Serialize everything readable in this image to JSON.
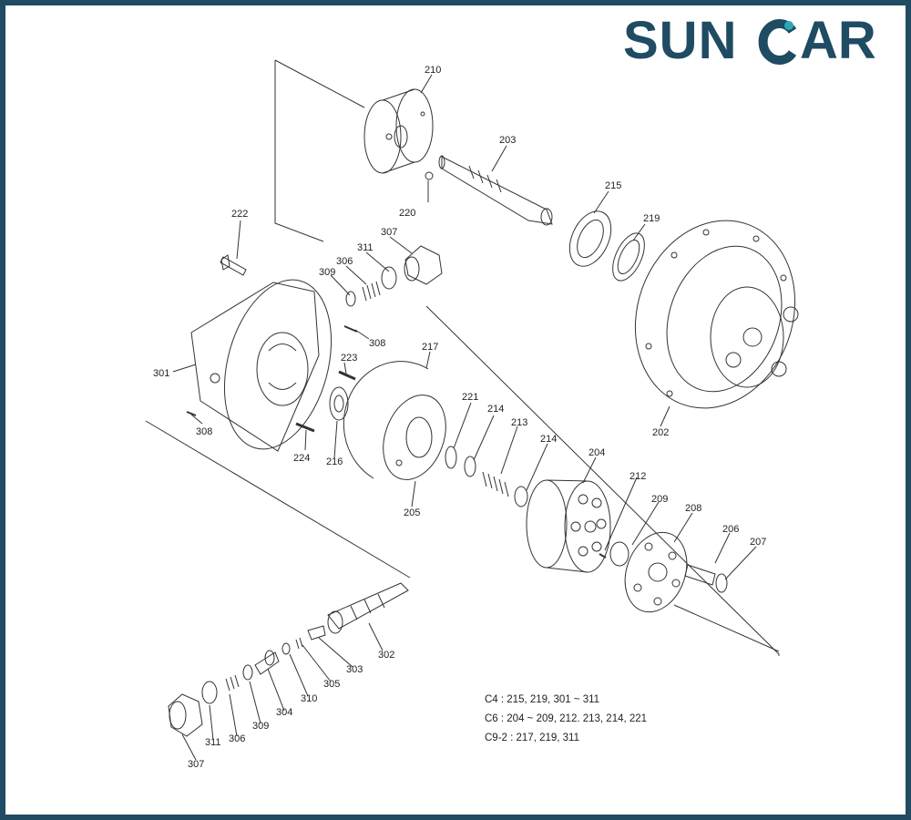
{
  "brand": {
    "logo_text": "SUNCAR",
    "color_dark": "#1f4b63",
    "color_accent": "#2fa6b8"
  },
  "labels": {
    "l210": "210",
    "l203": "203",
    "l215": "215",
    "l219": "219",
    "l220": "220",
    "l222": "222",
    "l307a": "307",
    "l311a": "311",
    "l306a": "306",
    "l309a": "309",
    "l308a": "308",
    "l301": "301",
    "l223": "223",
    "l308b": "308",
    "l217": "217",
    "l224": "224",
    "l216": "216",
    "l221": "221",
    "l214a": "214",
    "l213": "213",
    "l214b": "214",
    "l205": "205",
    "l204": "204",
    "l212": "212",
    "l209": "209",
    "l208": "208",
    "l206": "206",
    "l207": "207",
    "l202": "202",
    "l302": "302",
    "l303": "303",
    "l305": "305",
    "l310": "310",
    "l304": "304",
    "l309b": "309",
    "l306b": "306",
    "l311b": "311",
    "l307b": "307"
  },
  "kit_notes": [
    "C4 : 215, 219, 301 ~ 311",
    "C6 : 204 ~ 209, 212. 213, 214, 221",
    "C9-2 : 217, 219, 311"
  ]
}
